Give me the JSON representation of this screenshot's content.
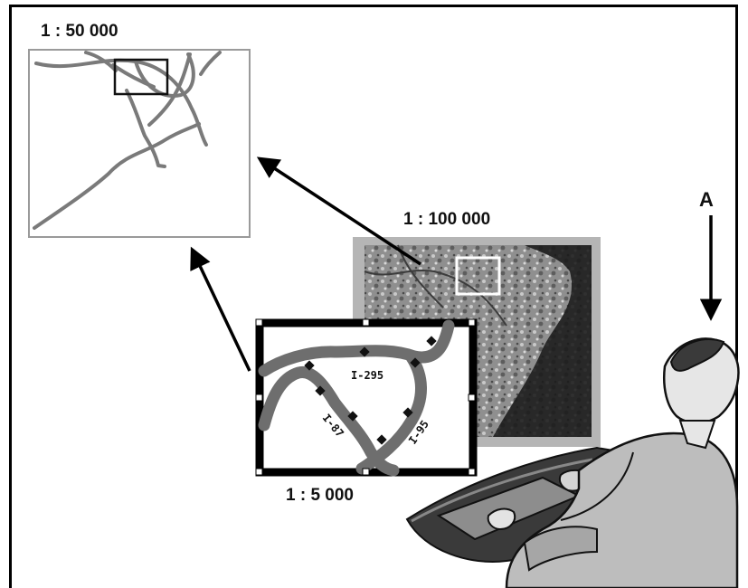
{
  "labels": {
    "scale_50k": "1 : 50 000",
    "scale_100k": "1 : 100 000",
    "scale_5k": "1 : 5 000",
    "view_axis": "A"
  },
  "roads": {
    "i295": "I-295",
    "i87": "I-87",
    "i95": "I-95"
  },
  "colors": {
    "frame": "#000000",
    "road_gray": "#6e6e6e",
    "satellite_border": "#b5b5b5",
    "map_border": "#9a9a9a"
  }
}
